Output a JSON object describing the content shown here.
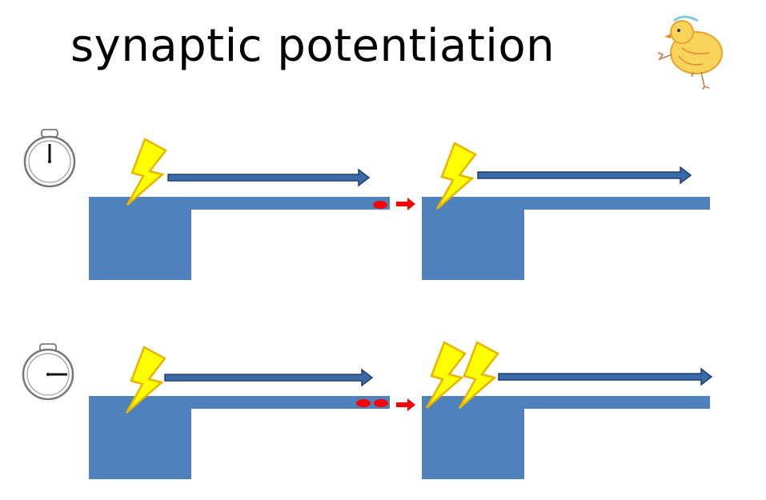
{
  "slide": {
    "title": "synaptic potentiation"
  },
  "colors": {
    "neuron": "#4f81bd",
    "arrow_fill": "#3a6aa8",
    "arrow_stroke": "#1f3f6b",
    "lightning_fill": "#ffff00",
    "lightning_stroke": "#e8b400",
    "neurotransmitter": "#ff0000",
    "transmit_arrow": "#ff0000"
  },
  "rows": [
    {
      "timer_icon": "stopwatch-icon",
      "timer_hand": "twelve-o-clock",
      "presynaptic_stimuli": 1,
      "neurotransmitter_dots": 1,
      "postsynaptic_stimuli": 1
    },
    {
      "timer_icon": "stopwatch-icon",
      "timer_hand": "three-o-clock",
      "presynaptic_stimuli": 1,
      "neurotransmitter_dots": 2,
      "postsynaptic_stimuli": 2
    }
  ],
  "decoration": {
    "mascot_icon": "chick-drawing-icon"
  }
}
